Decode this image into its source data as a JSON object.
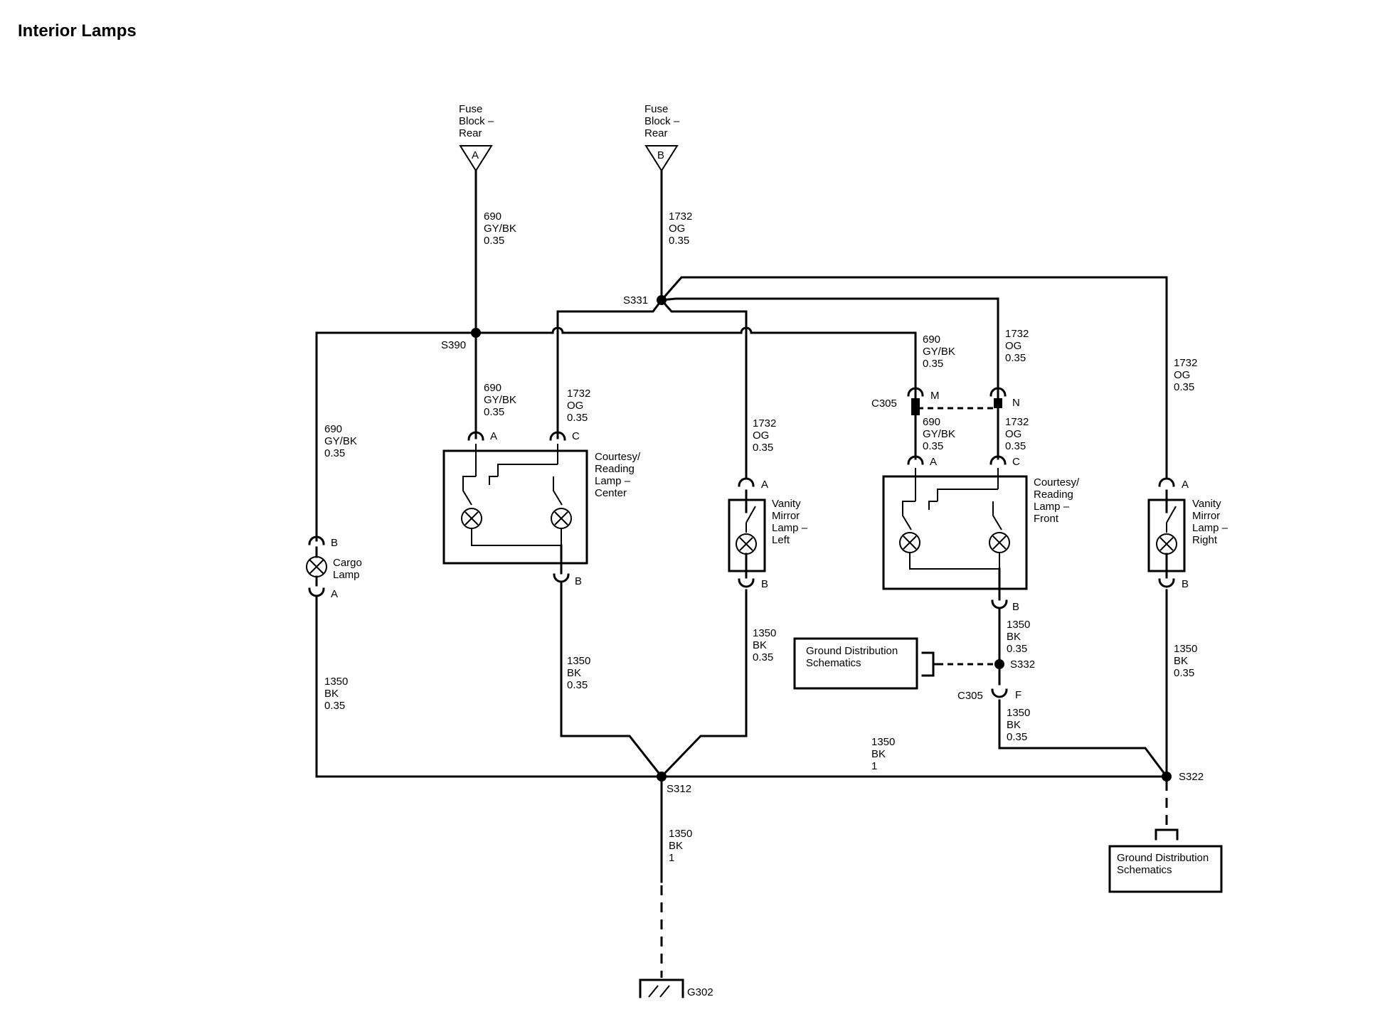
{
  "title": "Interior Lamps",
  "fuse_a": {
    "lines": [
      "Fuse",
      "Block –",
      "Rear"
    ],
    "letter": "A"
  },
  "fuse_b": {
    "lines": [
      "Fuse",
      "Block –",
      "Rear"
    ],
    "letter": "B"
  },
  "splices": {
    "s390": "S390",
    "s331": "S331",
    "s312": "S312",
    "s322": "S322",
    "s332": "S332"
  },
  "connectors": {
    "c305_top": "C305",
    "c305_bottom": "C305",
    "pin_m": "M",
    "pin_n": "N",
    "pin_f": "F"
  },
  "wires": {
    "fuse_a_wire": [
      "690",
      "GY/BK",
      "0.35"
    ],
    "fuse_b_wire": [
      "1732",
      "OG",
      "0.35"
    ],
    "center_a": [
      "690",
      "GY/BK",
      "0.35"
    ],
    "center_c": [
      "1732",
      "OG",
      "0.35"
    ],
    "cargo_feed": [
      "690",
      "GY/BK",
      "0.35"
    ],
    "cargo_ground": [
      "1350",
      "BK",
      "0.35"
    ],
    "center_ground": [
      "1350",
      "BK",
      "0.35"
    ],
    "vanity_left_feed": [
      "1732",
      "OG",
      "0.35"
    ],
    "vanity_left_ground": [
      "1350",
      "BK",
      "0.35"
    ],
    "c305m_above": [
      "690",
      "GY/BK",
      "0.35"
    ],
    "c305n_above": [
      "1732",
      "OG",
      "0.35"
    ],
    "front_a": [
      "690",
      "GY/BK",
      "0.35"
    ],
    "front_c": [
      "1732",
      "OG",
      "0.35"
    ],
    "front_ground": [
      "1350",
      "BK",
      "0.35"
    ],
    "c305f_below": [
      "1350",
      "BK",
      "0.35"
    ],
    "vanity_right_feed": [
      "1732",
      "OG",
      "0.35"
    ],
    "vanity_right_ground": [
      "1350",
      "BK",
      "0.35"
    ],
    "main_ground": [
      "1350",
      "BK",
      "1"
    ],
    "g302_wire": [
      "1350",
      "BK",
      "1"
    ]
  },
  "components": {
    "cargo_lamp": [
      "Cargo",
      "Lamp"
    ],
    "center_lamp": [
      "Courtesy/",
      "Reading",
      "Lamp –",
      "Center"
    ],
    "vanity_left": [
      "Vanity",
      "Mirror",
      "Lamp –",
      "Left"
    ],
    "front_lamp": [
      "Courtesy/",
      "Reading",
      "Lamp –",
      "Front"
    ],
    "vanity_right": [
      "Vanity",
      "Mirror",
      "Lamp –",
      "Right"
    ],
    "ground_dist_1": [
      "Ground Distribution",
      "Schematics"
    ],
    "ground_dist_2": [
      "Ground Distribution",
      "Schematics"
    ],
    "g302": "G302"
  },
  "pins": {
    "center_a": "A",
    "center_c": "C",
    "center_b": "B",
    "cargo_b": "B",
    "cargo_a": "A",
    "vanity_left_a": "A",
    "vanity_left_b": "B",
    "front_a": "A",
    "front_c": "C",
    "front_b": "B",
    "vanity_right_a": "A",
    "vanity_right_b": "B"
  }
}
